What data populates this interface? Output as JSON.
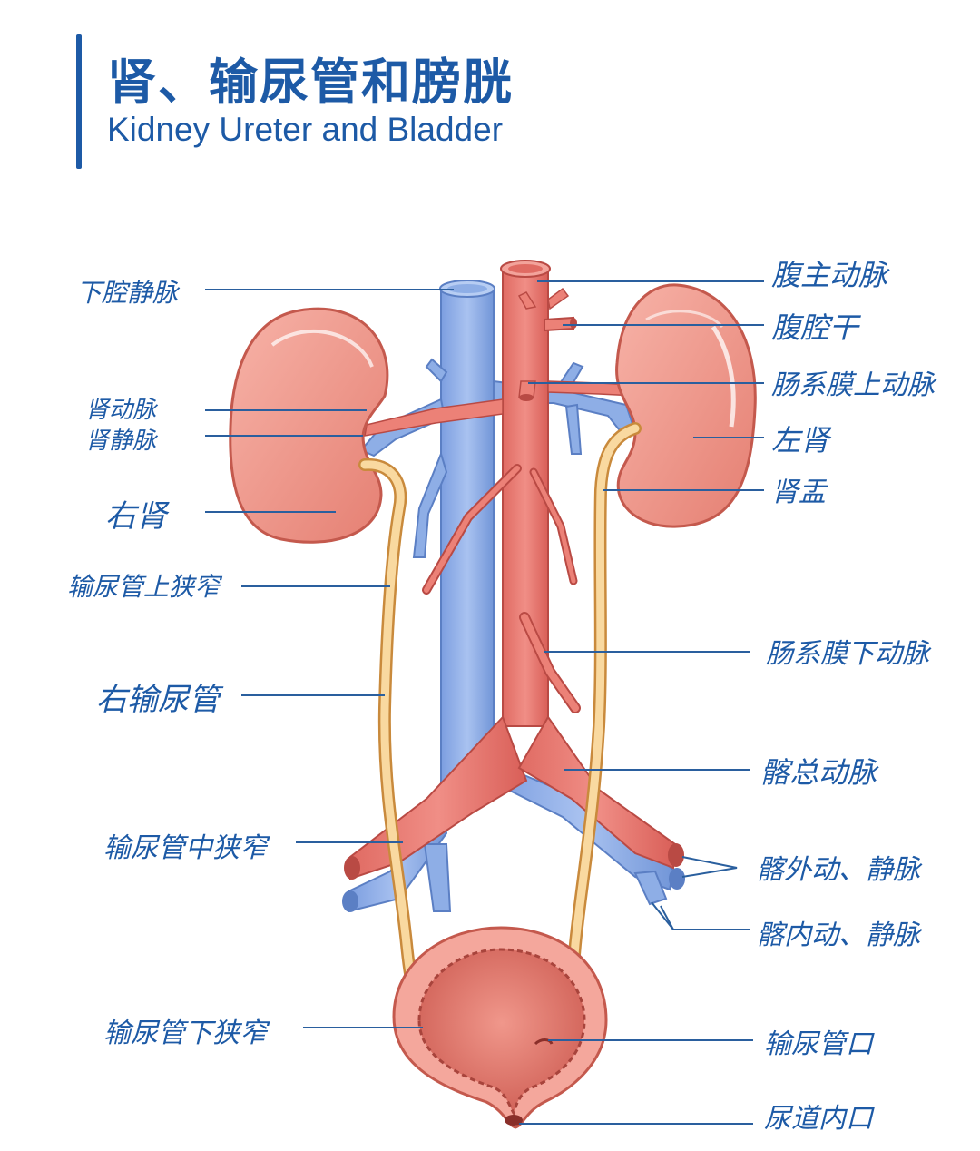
{
  "header": {
    "title_zh": "肾、输尿管和膀胱",
    "title_en": "Kidney Ureter and Bladder"
  },
  "labels": {
    "ivc": "下腔静脉",
    "renal_artery": "肾动脉",
    "renal_vein": "肾静脉",
    "right_kidney": "右肾",
    "upper_stricture": "输尿管上狭窄",
    "right_ureter": "右输尿管",
    "middle_stricture": "输尿管中狭窄",
    "lower_stricture": "输尿管下狭窄",
    "aorta": "腹主动脉",
    "celiac_trunk": "腹腔干",
    "sma": "肠系膜上动脉",
    "left_kidney": "左肾",
    "renal_pelvis": "肾盂",
    "ima": "肠系膜下动脉",
    "common_iliac": "髂总动脉",
    "external_iliac": "髂外动、静脉",
    "internal_iliac": "髂内动、静脉",
    "ureteral_orifice": "输尿管口",
    "internal_urethral_orifice": "尿道内口"
  },
  "colors": {
    "accent": "#1d5aa6",
    "artery": "#e8766e",
    "vein": "#8eaee6",
    "kidney": "#f29b8f",
    "ureter": "#f7cf8f",
    "bladder": "#e0766a"
  }
}
